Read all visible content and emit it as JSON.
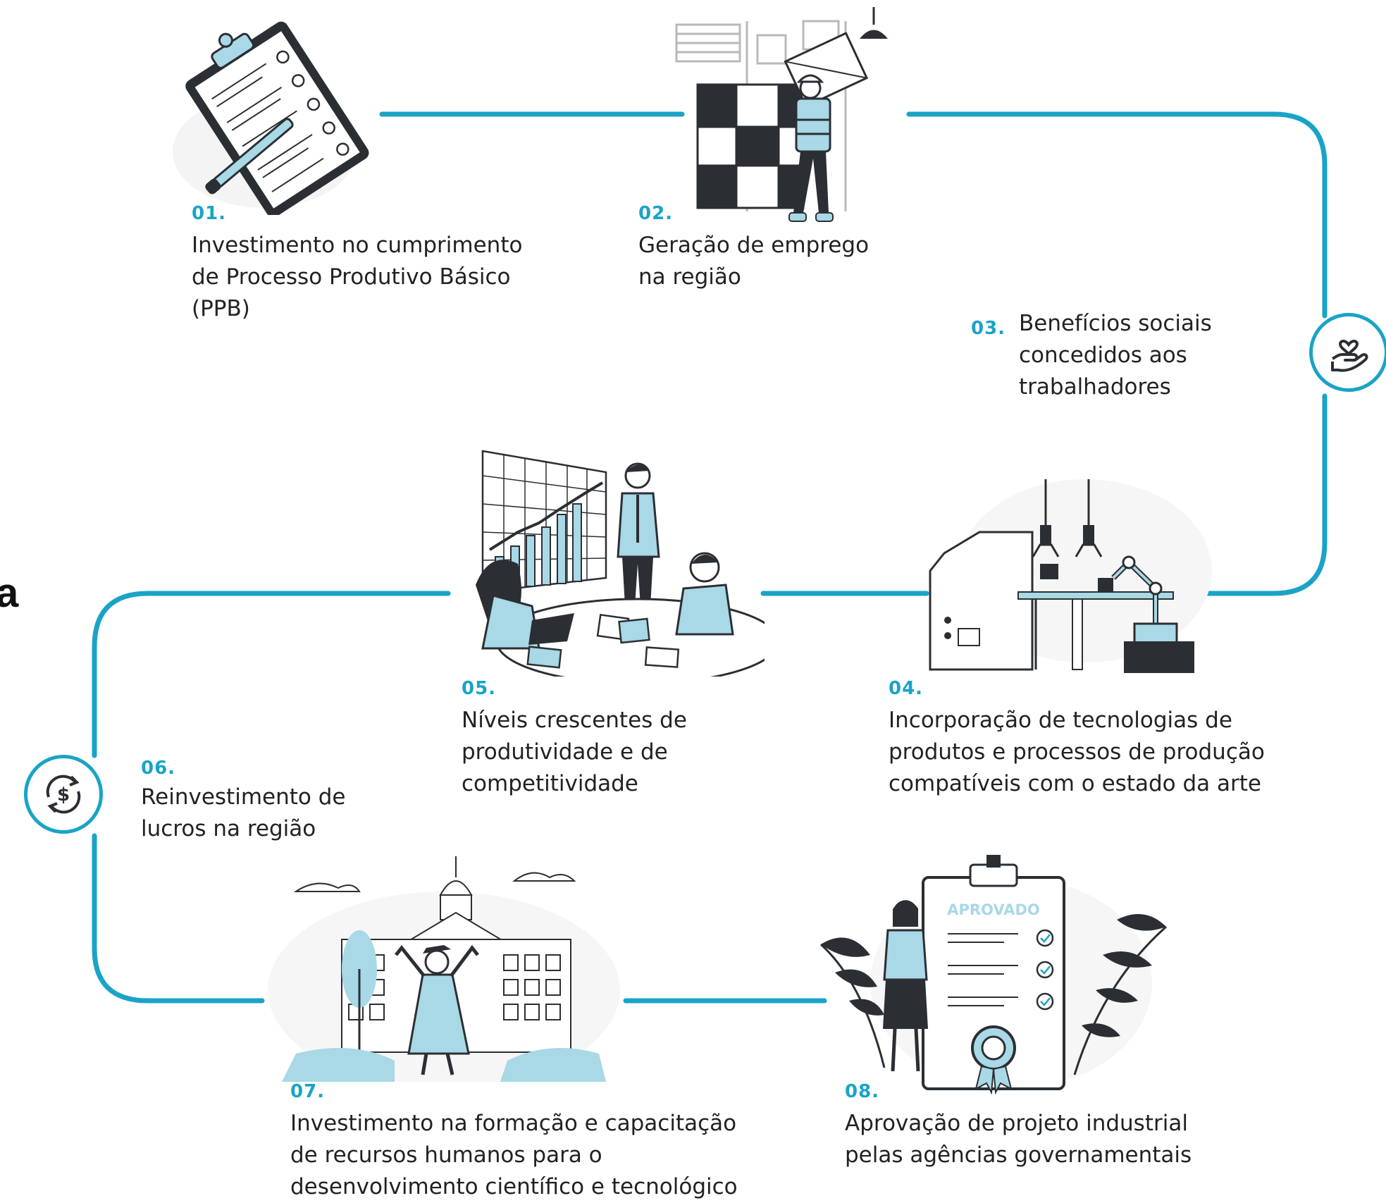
{
  "colors": {
    "accent": "#1aa3c8",
    "accent_light": "#a9d8e6",
    "dark": "#2b2f33",
    "text": "#222222"
  },
  "edge_fragment": "a",
  "steps": [
    {
      "num": "01.",
      "text": "Investimento no cumprimento\nde Processo Produtivo Básico\n(PPB)",
      "icon": "clipboard-checklist-illustration"
    },
    {
      "num": "02.",
      "text": "Geração de emprego\nna região",
      "icon": "warehouse-worker-illustration"
    },
    {
      "num": "03.",
      "text": "Benefícios sociais\nconcedidos aos\ntrabalhadores",
      "icon": "hand-heart-icon"
    },
    {
      "num": "04.",
      "text": "Incorporação de tecnologias de\nprodutos e processos de produção\ncompatíveis com o estado da arte",
      "icon": "robotic-factory-illustration"
    },
    {
      "num": "05.",
      "text": "Níveis crescentes de\nprodutividade e de\ncompetitividade",
      "icon": "business-meeting-chart-illustration"
    },
    {
      "num": "06.",
      "text": "Reinvestimento de\nlucros na região",
      "icon": "dollar-cycle-icon"
    },
    {
      "num": "07.",
      "text": "Investimento na formação e capacitação\nde recursos humanos para o\ndesenvolvimento científico e tecnológico",
      "icon": "graduation-university-illustration"
    },
    {
      "num": "08.",
      "text": "Aprovação de projeto industrial\npelas agências governamentais",
      "icon": "approved-document-illustration"
    }
  ],
  "stamp_text": "APROVADO"
}
